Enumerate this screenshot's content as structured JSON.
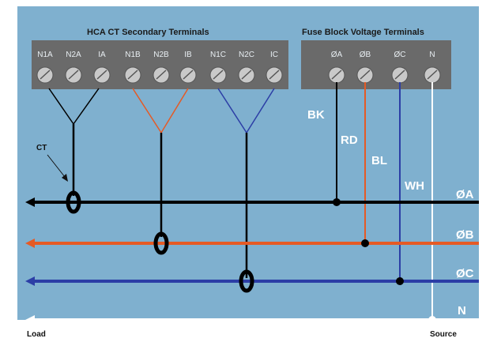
{
  "colors": {
    "background": "#ffffff",
    "panel": "#7fb0cf",
    "terminal_block": "#6a6a6a",
    "terminal_screw": "#c9c9c9",
    "phase_a": "#000000",
    "phase_b": "#e55a25",
    "phase_c": "#2c3ea6",
    "neutral": "#ffffff"
  },
  "ct_block": {
    "title": "HCA CT Secondary Terminals",
    "terminals": [
      "N1A",
      "N2A",
      "IA",
      "N1B",
      "N2B",
      "IB",
      "N1C",
      "N2C",
      "IC"
    ]
  },
  "fuse_block": {
    "title": "Fuse Block Voltage Terminals",
    "terminals": [
      "ØA",
      "ØB",
      "ØC",
      "N"
    ]
  },
  "wire_labels": [
    "BK",
    "RD",
    "BL",
    "WH"
  ],
  "phase_labels": [
    "ØA",
    "ØB",
    "ØC",
    "N"
  ],
  "ct_label": "CT",
  "load_label": "Load",
  "source_label": "Source"
}
